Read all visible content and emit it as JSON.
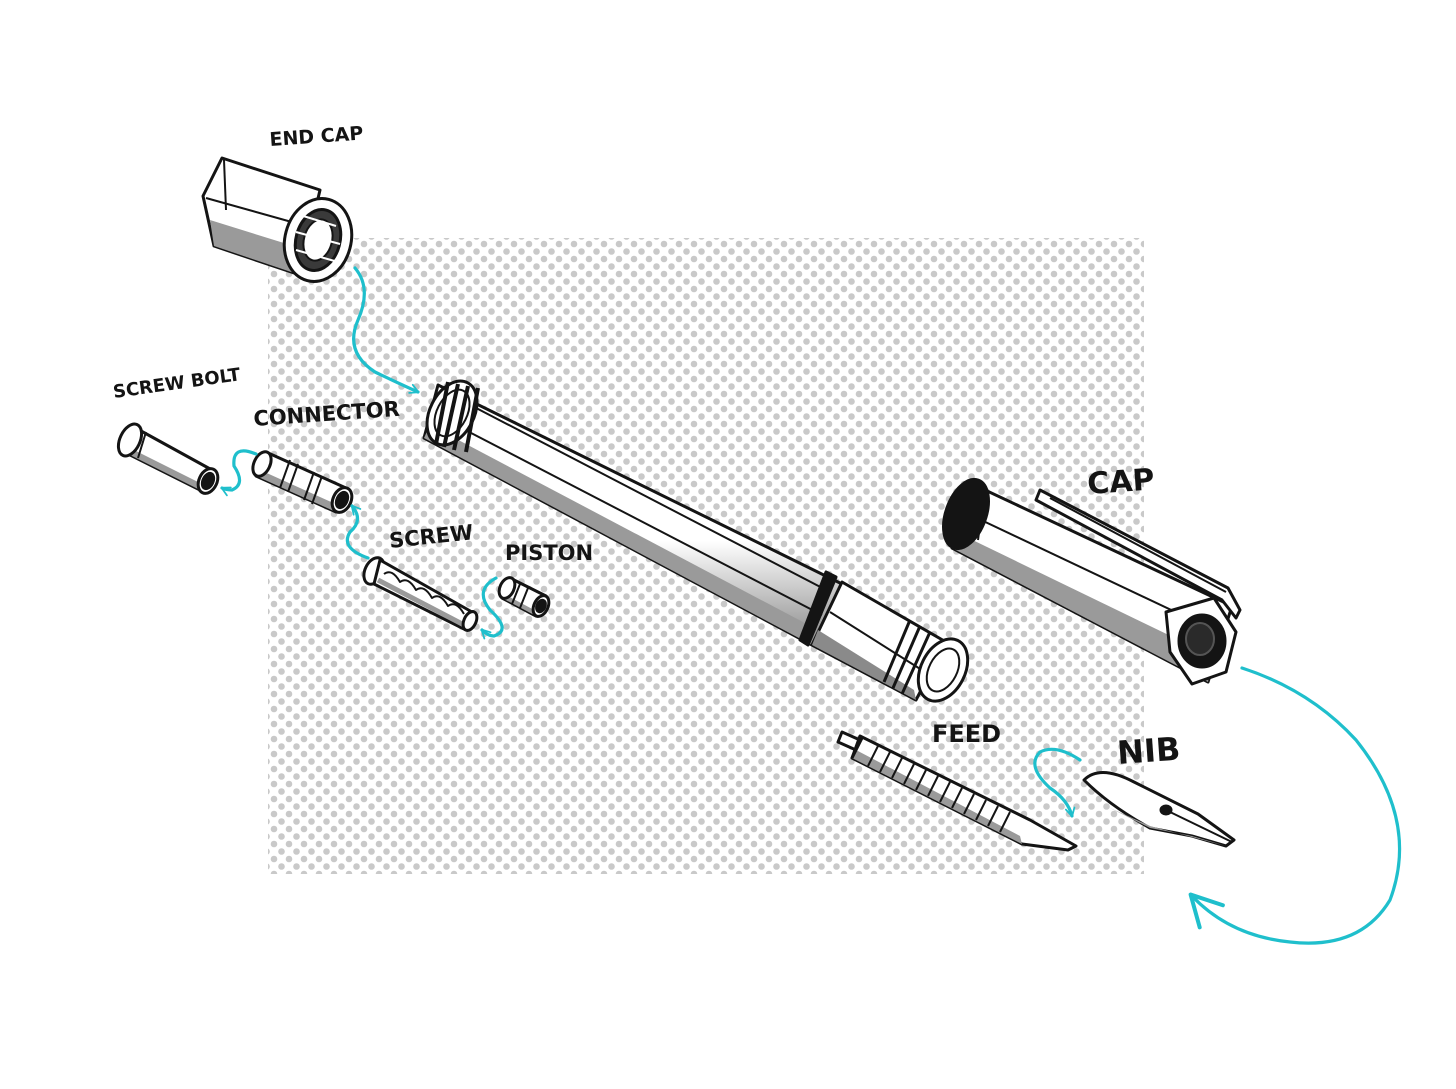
{
  "diagram": {
    "labels": {
      "end_cap": "END CAP",
      "screw_bolt": "SCREW BOLT",
      "connector": "CONNECTOR",
      "screw": "SCREW",
      "piston": "PISTON",
      "cap": "CAP",
      "feed": "FEED",
      "nib": "NIB"
    },
    "colors": {
      "ink": "#141414",
      "arrow": "#1fbfcc",
      "shade": "#9a9a9a",
      "halftone": "#c9c9c9"
    }
  }
}
